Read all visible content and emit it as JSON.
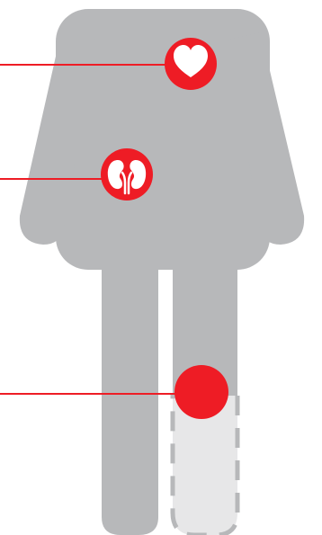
{
  "colors": {
    "background": "#ffffff",
    "body": "#b7b8ba",
    "accent": "#ee1c25",
    "icon_fill": "#ffffff",
    "prosthesis_fill": "#e7e7e8",
    "prosthesis_dash": "#b7b8ba"
  },
  "figure": {
    "subject": "human-body-silhouette",
    "markers": [
      {
        "name": "heart-marker",
        "icon": "heart-icon"
      },
      {
        "name": "kidney-marker",
        "icon": "kidneys-icon"
      },
      {
        "name": "amputation-marker",
        "icon": "none"
      }
    ],
    "limb": "lower-left-leg-amputation"
  }
}
